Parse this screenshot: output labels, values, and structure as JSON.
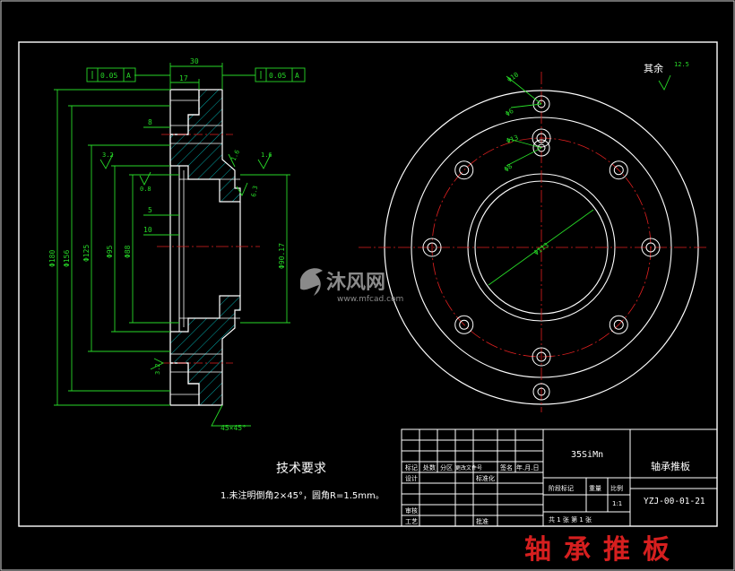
{
  "drawing": {
    "section_dims": {
      "d180": "Φ180",
      "d156": "Φ156",
      "d125": "Φ125",
      "d95": "Φ95",
      "d88": "Φ88",
      "d90": "Φ90.17",
      "w30": "30",
      "w17": "17",
      "w8": "8",
      "w5": "5",
      "w10": "10",
      "ra32": "3.2",
      "ra16": "1.6",
      "ra63": "6.3",
      "ra8": "0.8",
      "ra16b": "1.6",
      "ra63b": "6.3",
      "ra32b": "3.2",
      "chamfer": "45×45°"
    },
    "tol_left": {
      "value": "0.05",
      "datum": "A"
    },
    "tol_right": {
      "value": "0.05",
      "datum": "A"
    },
    "plan_dims": {
      "d10": "Φ10",
      "d6": "Φ6",
      "d13": "Φ13",
      "d8": "Φ8",
      "d113": "Φ113"
    },
    "roughness_note": {
      "label": "其余",
      "value": "12.5"
    },
    "tech_req": {
      "title": "技术要求",
      "line1": "1.未注明倒角2×45°，圆角R=1.5mm。"
    },
    "title_block": {
      "material": "35SiMn",
      "part_name": "轴承推板",
      "drawing_no": "YZJ-00-01-21",
      "h_mark": "标记",
      "h_count": "处数",
      "h_zone": "分区",
      "h_doc": "更改文件号",
      "h_sign": "签名",
      "h_date": "年.月.日",
      "r_design": "设计",
      "r_std": "标准化",
      "r_review": "审核",
      "r_process": "工艺",
      "r_approve": "批准",
      "stage": "阶段标记",
      "weight": "重量",
      "scale_label": "比例",
      "scale": "1:1",
      "sheets": "共 1 张   第 1 张"
    },
    "watermark": {
      "brand": "沐风网",
      "url": "www.mfcad.com"
    },
    "footer_title": "轴承推板"
  }
}
